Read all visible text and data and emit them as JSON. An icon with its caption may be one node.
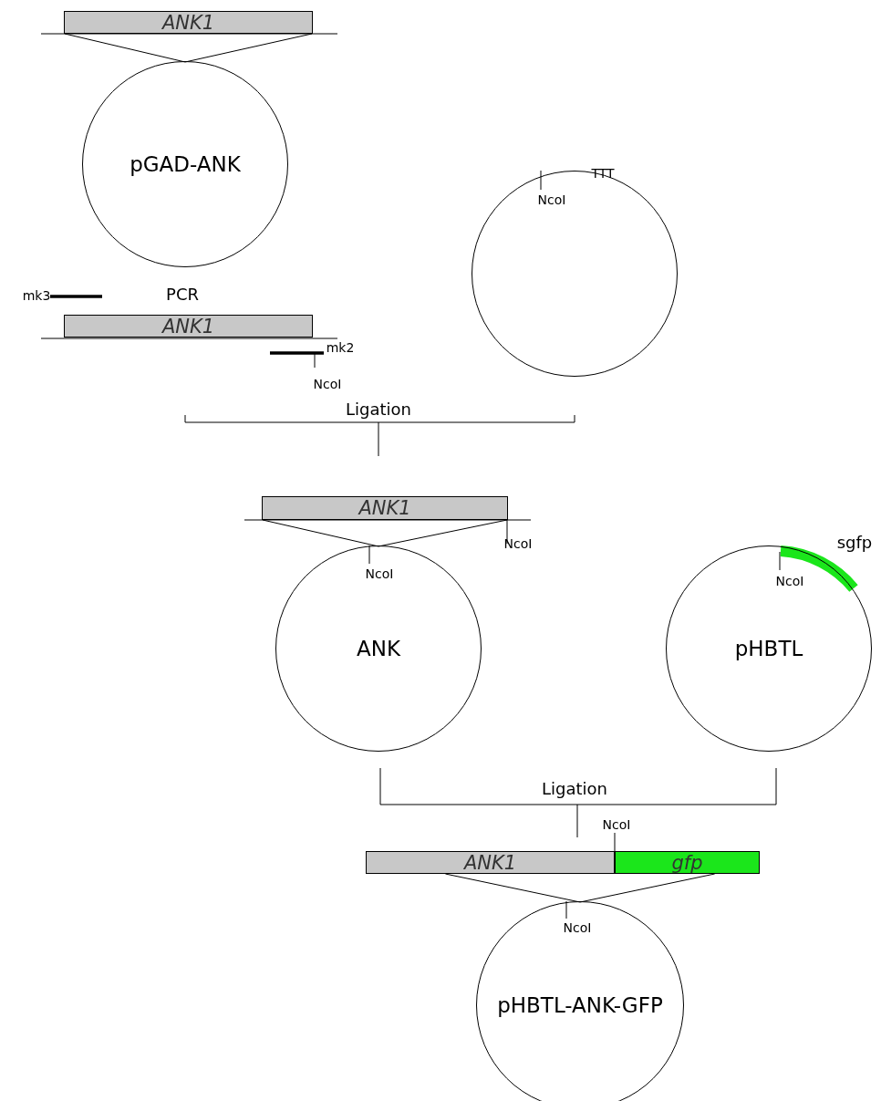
{
  "diagram": {
    "nodes": [
      {
        "text": [
          "ANK1"
        ]
      },
      {
        "text": [
          "pGAD-ANK"
        ]
      },
      {
        "text": [],
        "shape": "circle"
      },
      {
        "text": [
          "ANK1"
        ]
      },
      {
        "text": [
          "ANK1"
        ]
      },
      {
        "text": [
          "ANK"
        ]
      },
      {
        "text": [
          "pHBTL"
        ],
        "beside": [
          "sgfp"
        ]
      },
      {
        "text": [
          "ANK1"
        ]
      },
      {
        "text": [
          "gfp"
        ]
      },
      {
        "text": [
          "pHBTL-ANK-GFP"
        ]
      }
    ],
    "edges": [
      {
        "from": 0,
        "to": 1,
        "arrow": "none"
      },
      {
        "from": 4,
        "to": 5,
        "arrow": "none"
      },
      {
        "from": 7,
        "to": 9,
        "arrow": "none"
      },
      {
        "from": 8,
        "to": 9,
        "arrow": "none"
      }
    ],
    "labels": [
      "TTT",
      "NcoI",
      "mk3",
      "PCR",
      "mk2",
      "NcoI",
      "Ligation",
      "NcoI",
      "NcoI",
      "NcoI",
      "Ligation",
      "NcoI",
      "NcoI"
    ]
  }
}
